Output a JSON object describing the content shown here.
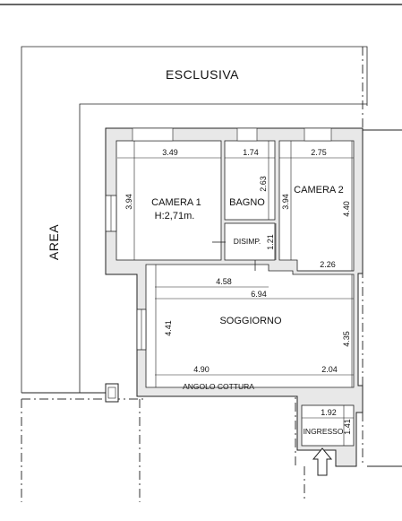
{
  "labels": {
    "esclusiva": "ESCLUSIVA",
    "area": "AREA",
    "camera1_name": "CAMERA 1",
    "camera1_height": "H:2,71m.",
    "bagno": "BAGNO",
    "camera2": "CAMERA 2",
    "disimp": "DISIMP.",
    "soggiorno": "SOGGIORNO",
    "angolo_cottura": "ANGOLO COTTURA",
    "ingresso": "INGRESSO"
  },
  "dimensions": {
    "camera1_width": "3.49",
    "camera1_depth": "3.94",
    "bagno_width": "1.74",
    "bagno_depth": "2.63",
    "camera2_width": "2.75",
    "camera2_depth_left": "3.94",
    "camera2_depth_right": "4.40",
    "disimp_depth": "1.21",
    "camera2_lower_width": "2.26",
    "soggiorno_width_a": "4.58",
    "soggiorno_width_b": "6.94",
    "soggiorno_depth_left": "4.41",
    "soggiorno_depth_right": "4.35",
    "soggiorno_bottom_a": "4.90",
    "soggiorno_bottom_b": "2.04",
    "ingresso_width": "1.92",
    "ingresso_depth": "1.41"
  }
}
